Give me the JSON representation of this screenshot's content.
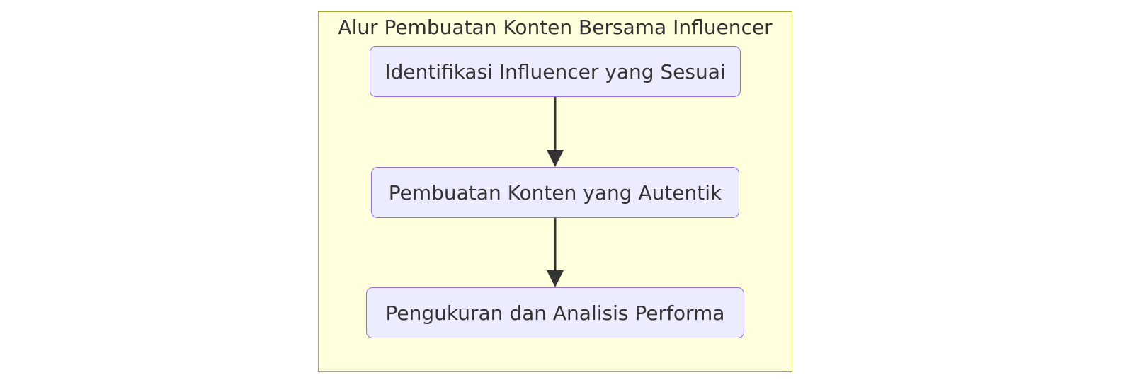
{
  "diagram": {
    "title": "Alur Pembuatan Konten Bersama Influencer",
    "nodes": [
      {
        "id": "node-1",
        "label": "Identifikasi Influencer yang Sesuai"
      },
      {
        "id": "node-2",
        "label": "Pembuatan Konten yang Autentik"
      },
      {
        "id": "node-3",
        "label": "Pengukuran dan Analisis Performa"
      }
    ],
    "edges": [
      {
        "from": "node-1",
        "to": "node-2"
      },
      {
        "from": "node-2",
        "to": "node-3"
      }
    ],
    "colors": {
      "cluster_fill": "#ffffde",
      "cluster_border": "#aaaa33",
      "node_fill": "#ececff",
      "node_border": "#9370db",
      "edge": "#333333",
      "text": "#333333"
    }
  }
}
